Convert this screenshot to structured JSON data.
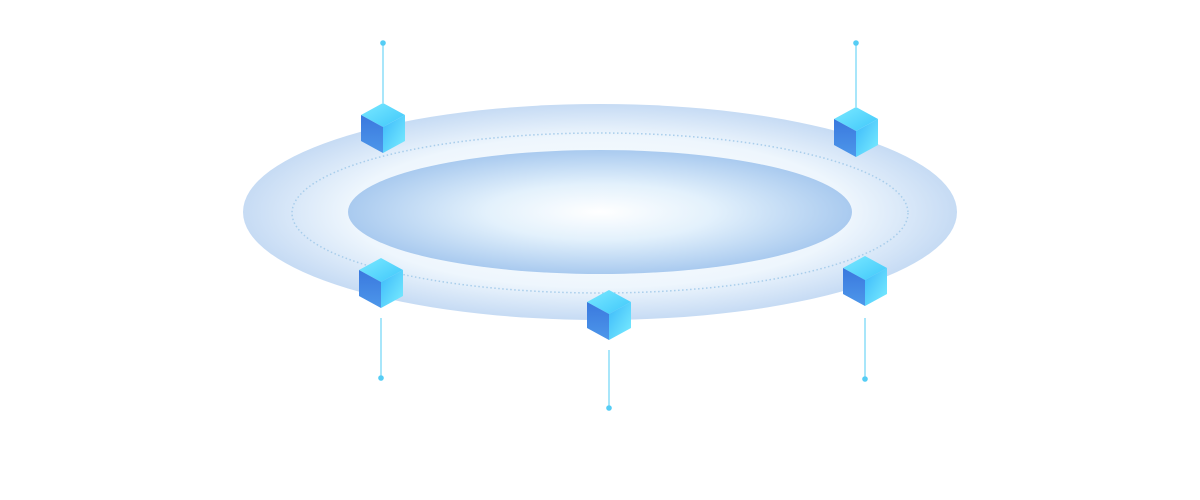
{
  "colors": {
    "background": "#ffffff",
    "platform_outer": "#c9def5",
    "platform_inner": "#a9cbef",
    "ring_dots": "#a8cdeb",
    "connector": "#55cdf5",
    "cube_top": "#5fe0ff",
    "cube_left": "#3f7fe0",
    "cube_right": "#4fc4fb"
  },
  "nodes": [
    {
      "id": "node-top-left",
      "connector": "up"
    },
    {
      "id": "node-top-right",
      "connector": "up"
    },
    {
      "id": "node-bottom-left",
      "connector": "down"
    },
    {
      "id": "node-bottom-center",
      "connector": "down"
    },
    {
      "id": "node-bottom-right",
      "connector": "down"
    }
  ]
}
